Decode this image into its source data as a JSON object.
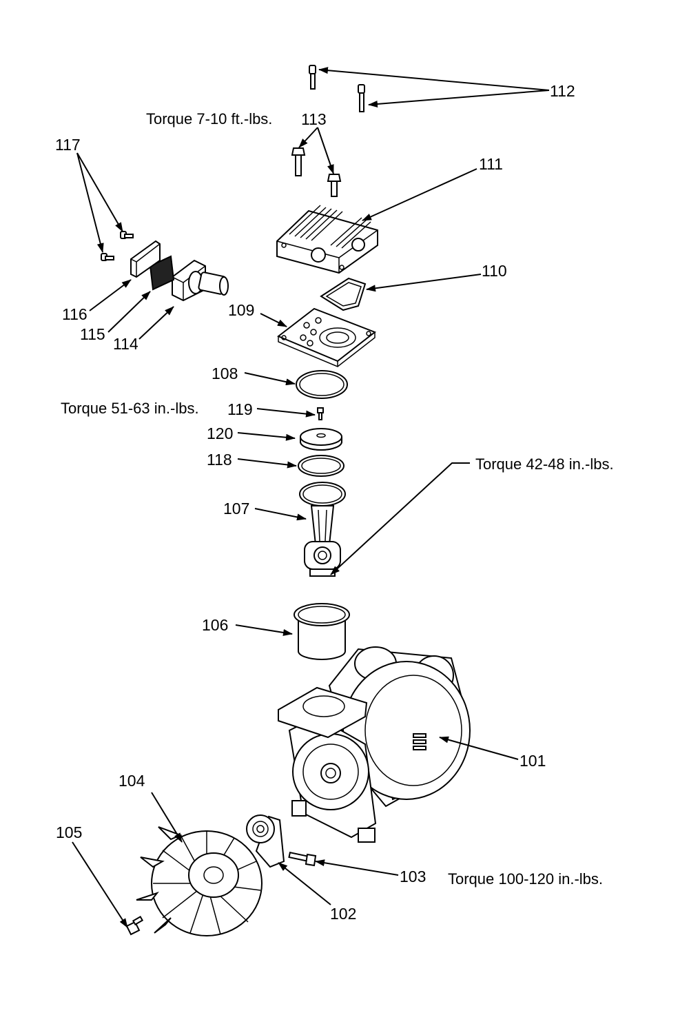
{
  "parts": [
    {
      "id": "101",
      "label": "101"
    },
    {
      "id": "102",
      "label": "102"
    },
    {
      "id": "103",
      "label": "103"
    },
    {
      "id": "104",
      "label": "104"
    },
    {
      "id": "105",
      "label": "105"
    },
    {
      "id": "106",
      "label": "106"
    },
    {
      "id": "107",
      "label": "107"
    },
    {
      "id": "108",
      "label": "108"
    },
    {
      "id": "109",
      "label": "109"
    },
    {
      "id": "110",
      "label": "110"
    },
    {
      "id": "111",
      "label": "111"
    },
    {
      "id": "112",
      "label": "112"
    },
    {
      "id": "113",
      "label": "113"
    },
    {
      "id": "114",
      "label": "114"
    },
    {
      "id": "115",
      "label": "115"
    },
    {
      "id": "116",
      "label": "116"
    },
    {
      "id": "117",
      "label": "117"
    },
    {
      "id": "118",
      "label": "118"
    },
    {
      "id": "119",
      "label": "119"
    },
    {
      "id": "120",
      "label": "120"
    }
  ],
  "torque_notes": {
    "head_bolts": "Torque  7-10 ft.-lbs.",
    "valve_plate_screw": "Torque  51-63 in.-lbs.",
    "connecting_rod": "Torque  42-48 in.-lbs.",
    "eccentric_bolt": "Torque 100-120 in.-lbs."
  }
}
